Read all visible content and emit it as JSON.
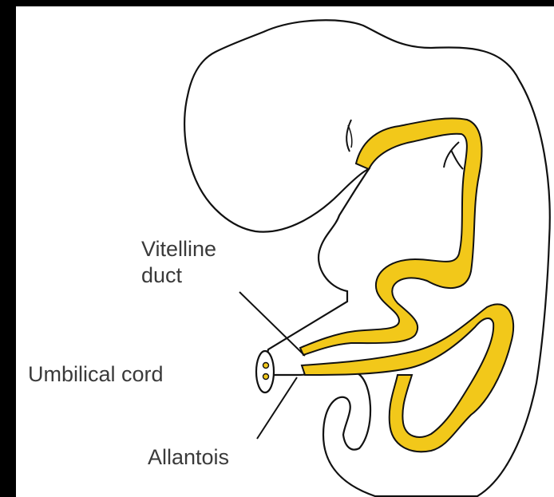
{
  "labels": {
    "vitelline_line1": "Vitelline",
    "vitelline_line2": "duct",
    "umbilical_cord": "Umbilical cord",
    "allantois": "Allantois"
  },
  "colors": {
    "background_frame": "#000000",
    "panel": "#ffffff",
    "gut_tube": "#f2c81a",
    "outline": "#111111",
    "label_text": "#3a3a3a"
  }
}
